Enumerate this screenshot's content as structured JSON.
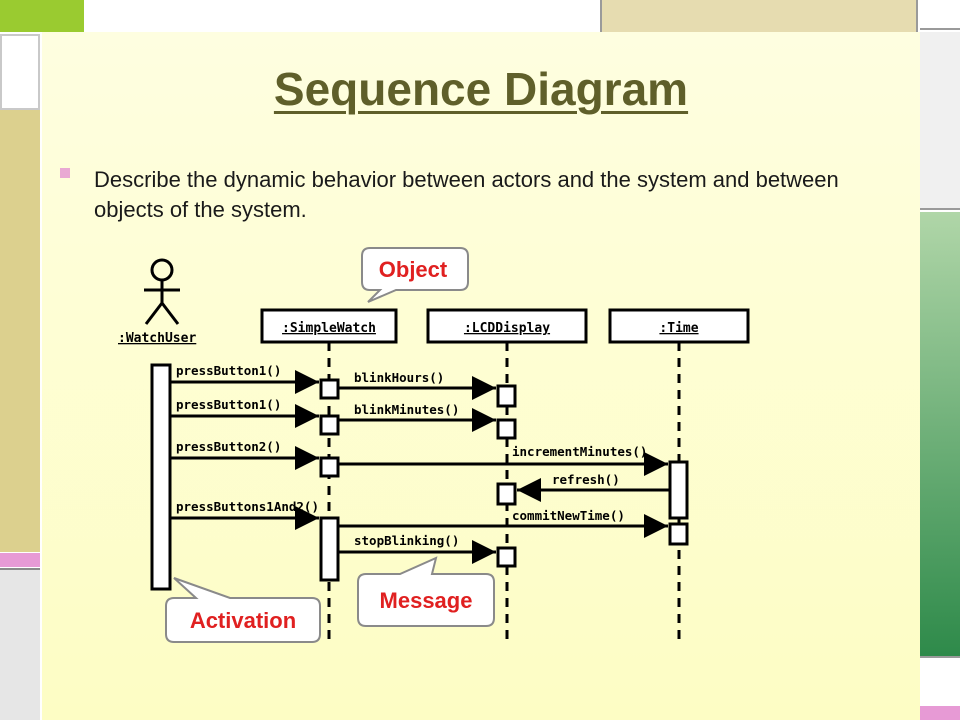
{
  "slide": {
    "title": "Sequence Diagram",
    "bullet": "Describe the dynamic behavior between actors and the system and between objects of the system."
  },
  "diagram": {
    "actor": ":WatchUser",
    "objects": [
      ":SimpleWatch",
      ":LCDDisplay",
      ":Time"
    ],
    "messages": [
      {
        "label": "pressButton1()"
      },
      {
        "label": "blinkHours()"
      },
      {
        "label": "pressButton1()"
      },
      {
        "label": "blinkMinutes()"
      },
      {
        "label": "pressButton2()"
      },
      {
        "label": "incrementMinutes()"
      },
      {
        "label": "refresh()"
      },
      {
        "label": "pressButtons1And2()"
      },
      {
        "label": "commitNewTime()"
      },
      {
        "label": "stopBlinking()"
      }
    ],
    "callouts": {
      "object": "Object",
      "activation": "Activation",
      "message": "Message"
    },
    "callout_color": "#e02020"
  }
}
